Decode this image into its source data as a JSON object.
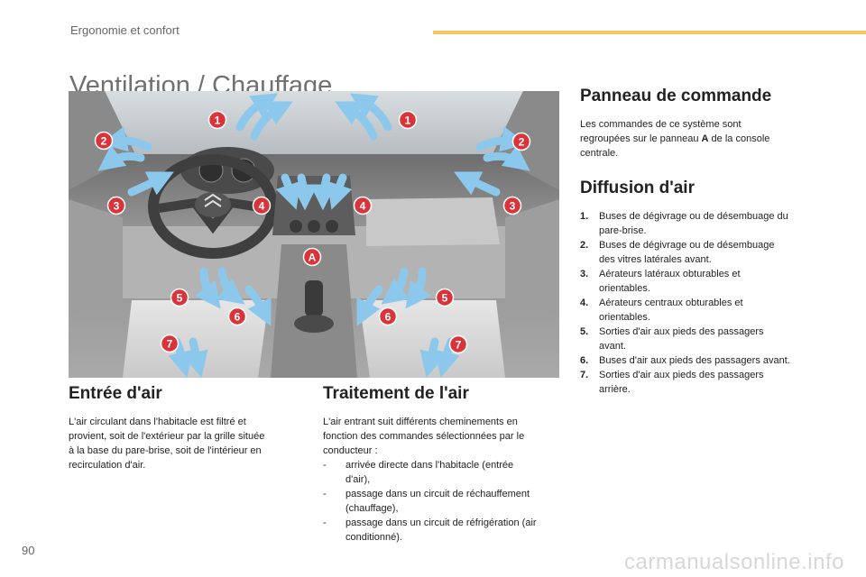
{
  "header": {
    "section": "Ergonomie et confort"
  },
  "page": {
    "title": "Ventilation / Chauffage",
    "number": "90"
  },
  "illustration": {
    "callouts": {
      "c1a": "1",
      "c1b": "1",
      "c2a": "2",
      "c2b": "2",
      "c3a": "3",
      "c3b": "3",
      "c4a": "4",
      "c4b": "4",
      "cA": "A",
      "c5a": "5",
      "c5b": "5",
      "c6a": "6",
      "c6b": "6",
      "c7a": "7",
      "c7b": "7"
    },
    "colors": {
      "callout": "#d9343a",
      "airflow": "#8cc8ec",
      "interior": "#bfbfbf"
    }
  },
  "entree": {
    "title": "Entrée d'air",
    "lines": [
      "L'air circulant dans l'habitacle est filtré et",
      "provient, soit de l'extérieur par la grille située",
      "à la base du pare-brise, soit de l'intérieur en",
      "recirculation d'air."
    ]
  },
  "traitement": {
    "title": "Traitement de l'air",
    "intro": [
      "L'air entrant suit différents cheminements en",
      "fonction des commandes sélectionnées par le",
      "conducteur :"
    ],
    "items": [
      {
        "bullet": "-",
        "lines": [
          "arrivée directe dans l'habitacle (entrée",
          "d'air),"
        ]
      },
      {
        "bullet": "-",
        "lines": [
          "passage dans un circuit de réchauffement",
          "(chauffage),"
        ]
      },
      {
        "bullet": "-",
        "lines": [
          "passage dans un circuit de réfrigération (air",
          "conditionné)."
        ]
      }
    ]
  },
  "panneau": {
    "title": "Panneau de commande",
    "line1": "Les commandes de ce système sont",
    "line2_before": "regroupées sur le panneau ",
    "line2_bold": "A",
    "line2_after": " de la console",
    "line3": "centrale."
  },
  "diffusion": {
    "title": "Diffusion d'air",
    "items": [
      {
        "num": "1.",
        "lines": [
          "Buses de dégivrage ou de désembuage du",
          "pare-brise."
        ]
      },
      {
        "num": "2.",
        "lines": [
          "Buses de dégivrage ou de désembuage",
          "des vitres latérales avant."
        ]
      },
      {
        "num": "3.",
        "lines": [
          "Aérateurs latéraux obturables et",
          "orientables."
        ]
      },
      {
        "num": "4.",
        "lines": [
          "Aérateurs centraux obturables et",
          "orientables."
        ]
      },
      {
        "num": "5.",
        "lines": [
          "Sorties d'air aux pieds des passagers",
          "avant."
        ]
      },
      {
        "num": "6.",
        "lines": [
          "Buses d'air aux pieds des passagers avant."
        ]
      },
      {
        "num": "7.",
        "lines": [
          "Sorties d'air aux pieds des passagers",
          "arrière."
        ]
      }
    ]
  },
  "watermark": "carmanualsonline.info"
}
